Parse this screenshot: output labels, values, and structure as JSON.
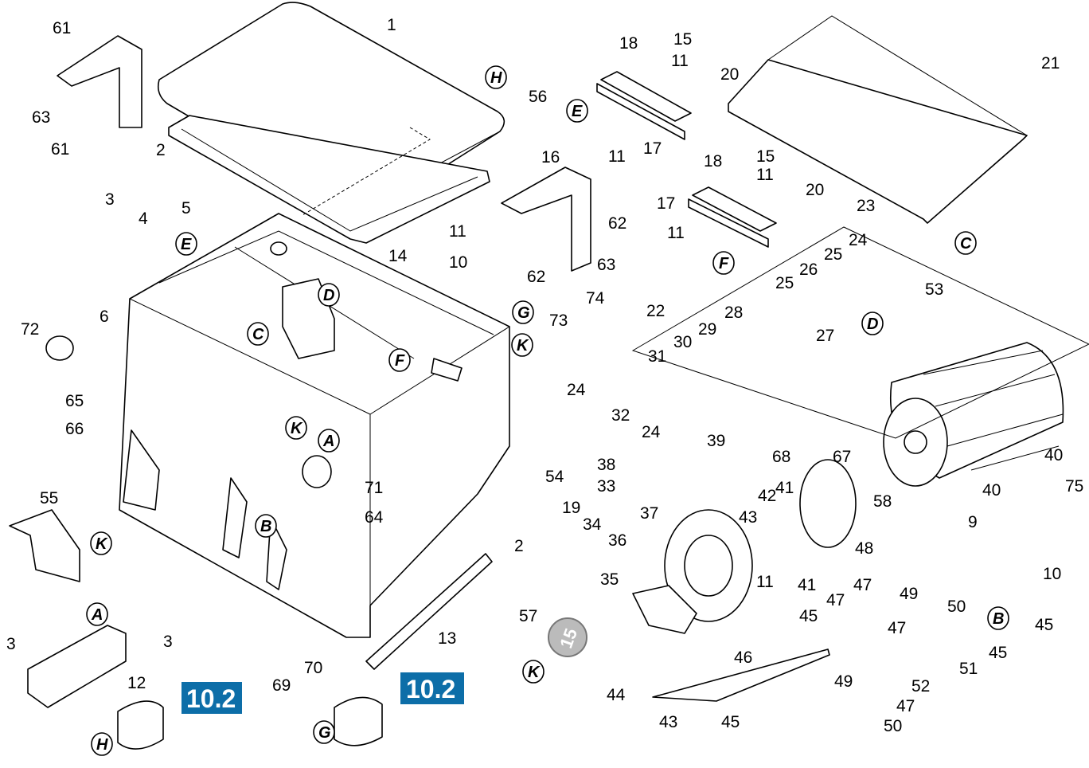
{
  "colors": {
    "ref_box": "#0d6ea8",
    "line": "#000000",
    "background": "#ffffff"
  },
  "part_numbers": [
    "1",
    "2",
    "2",
    "3",
    "3",
    "3",
    "4",
    "5",
    "6",
    "9",
    "10",
    "10",
    "11",
    "11",
    "11",
    "11",
    "11",
    "11",
    "12",
    "13",
    "14",
    "15",
    "15",
    "16",
    "17",
    "17",
    "18",
    "18",
    "19",
    "20",
    "20",
    "21",
    "22",
    "23",
    "24",
    "24",
    "24",
    "25",
    "25",
    "26",
    "27",
    "28",
    "29",
    "30",
    "31",
    "32",
    "33",
    "34",
    "35",
    "36",
    "37",
    "38",
    "39",
    "40",
    "40",
    "41",
    "41",
    "42",
    "43",
    "43",
    "44",
    "45",
    "45",
    "45",
    "45",
    "46",
    "47",
    "47",
    "47",
    "47",
    "48",
    "49",
    "49",
    "50",
    "50",
    "51",
    "52",
    "53",
    "54",
    "55",
    "56",
    "57",
    "58",
    "61",
    "61",
    "62",
    "62",
    "63",
    "63",
    "64",
    "65",
    "66",
    "67",
    "68",
    "69",
    "70",
    "71",
    "72",
    "73",
    "74",
    "75"
  ],
  "callouts": [
    "H",
    "E",
    "A",
    "B",
    "C",
    "D",
    "F",
    "G",
    "K"
  ],
  "reference_boxes": [
    "10.2",
    "10.2"
  ],
  "logo": "15"
}
